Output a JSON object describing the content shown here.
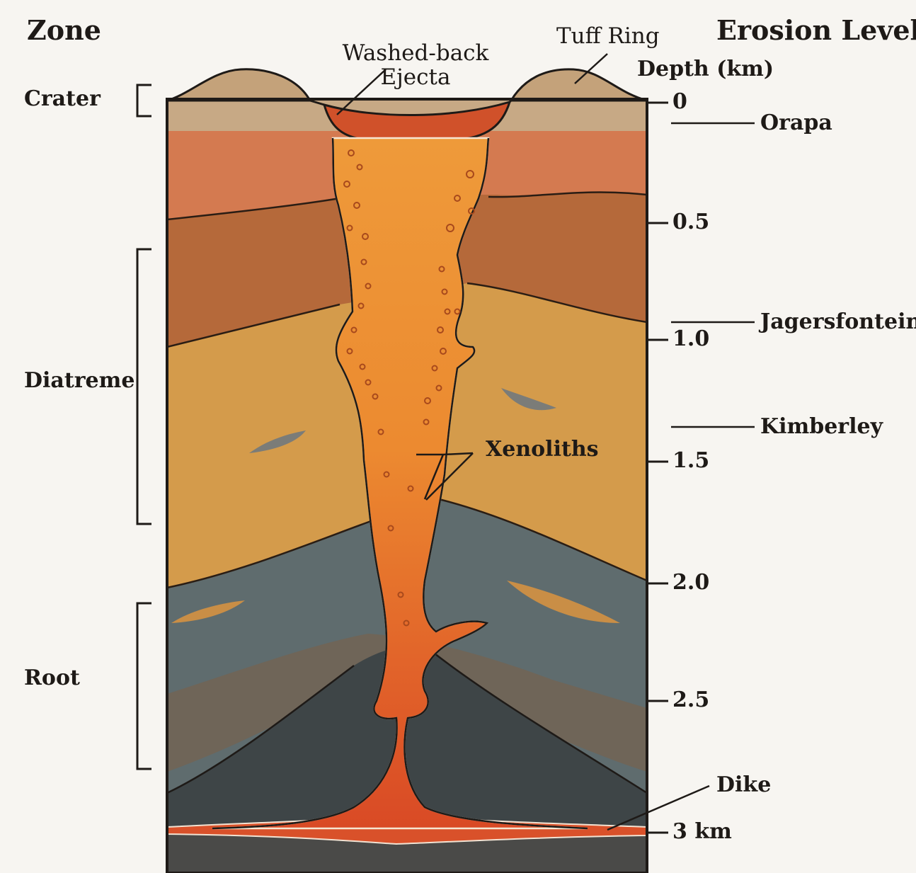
{
  "headers": {
    "zone": "Zone",
    "erosion_level": "Erosion Level",
    "depth_axis": "Depth (km)"
  },
  "zones": {
    "crater": "Crater",
    "diatreme": "Diatreme",
    "root": "Root"
  },
  "callouts": {
    "washed_back_line1": "Washed-back",
    "washed_back_line2": "Ejecta",
    "tuff_ring": "Tuff Ring",
    "xenoliths": "Xenoliths",
    "dike": "Dike"
  },
  "depth_ticks": {
    "t0": "0",
    "t05": "0.5",
    "t10": "1.0",
    "t15": "1.5",
    "t20": "2.0",
    "t25": "2.5",
    "t30": "3 km"
  },
  "erosion_levels": {
    "orapa": "Orapa",
    "jagersfontein": "Jagersfontein",
    "kimberley": "Kimberley"
  },
  "colors": {
    "magma": "#e0552a",
    "pipe_fill": "#e9872c",
    "topsoil": "#c9ad87",
    "upper_red": "#d2764d",
    "brown": "#b06638",
    "ochre": "#d49a4a",
    "gray_rock": "#5d6a6c",
    "dark_rock": "#3d4446"
  }
}
